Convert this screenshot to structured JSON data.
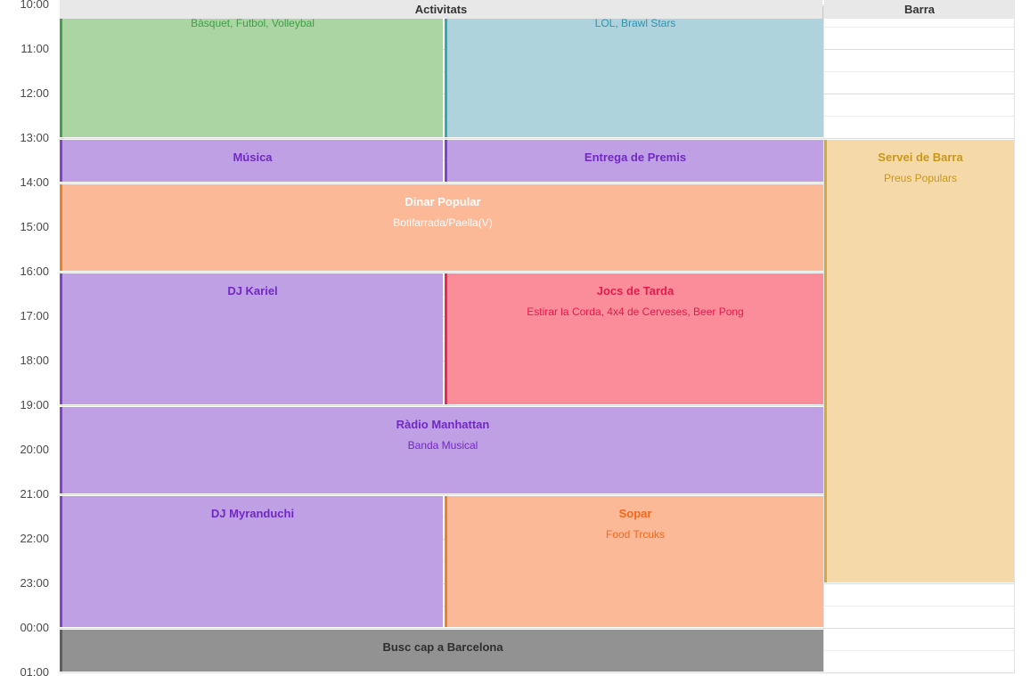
{
  "header": {
    "columns": [
      {
        "id": "activitats",
        "label": "Activitats"
      },
      {
        "id": "barra",
        "label": "Barra"
      }
    ]
  },
  "time_axis": {
    "start": "10:00",
    "end": "01:00",
    "labels": [
      "10:00",
      "11:00",
      "12:00",
      "13:00",
      "14:00",
      "15:00",
      "16:00",
      "17:00",
      "18:00",
      "19:00",
      "20:00",
      "21:00",
      "22:00",
      "23:00",
      "00:00",
      "01:00"
    ]
  },
  "events": [
    {
      "title": "",
      "subtitle": "Bàsquet, Futbol, Volleybal",
      "column": "activitats",
      "side": "left",
      "start": "10:00",
      "end": "13:00",
      "bg": "#abd5a2",
      "border": "#47a04b",
      "text": "#3f9e49"
    },
    {
      "title": "",
      "subtitle": "LOL, Brawl Stars",
      "column": "activitats",
      "side": "right",
      "start": "10:00",
      "end": "13:00",
      "bg": "#aed3dc",
      "border": "#35a7b5",
      "text": "#2e93af"
    },
    {
      "title": "Música",
      "subtitle": "",
      "column": "activitats",
      "side": "left",
      "start": "13:00",
      "end": "14:00",
      "bg": "#bfa0e5",
      "border": "#8044c8",
      "text": "#7228c2"
    },
    {
      "title": "Entrega de Premis",
      "subtitle": "",
      "column": "activitats",
      "side": "right",
      "start": "13:00",
      "end": "14:00",
      "bg": "#bfa0e5",
      "border": "#8044c8",
      "text": "#7228c2"
    },
    {
      "title": "Dinar Popular",
      "subtitle": "Botifarrada/Paella(V)",
      "column": "activitats",
      "side": "full",
      "start": "14:00",
      "end": "16:00",
      "bg": "#fcb997",
      "border": "#f07f2e",
      "text": "#fdfdfd"
    },
    {
      "title": "DJ Kariel",
      "subtitle": "",
      "column": "activitats",
      "side": "left",
      "start": "16:00",
      "end": "19:00",
      "bg": "#bfa0e5",
      "border": "#8044c8",
      "text": "#7228c2"
    },
    {
      "title": "Jocs de Tarda",
      "subtitle": "Estirar la Corda, 4x4 de Cerveses, Beer Pong",
      "column": "activitats",
      "side": "right",
      "start": "16:00",
      "end": "19:00",
      "bg": "#fb8d9b",
      "border": "#ee2656",
      "text": "#e51a4c"
    },
    {
      "title": "Ràdio Manhattan",
      "subtitle": "Banda Musical",
      "column": "activitats",
      "side": "full",
      "start": "19:00",
      "end": "21:00",
      "bg": "#bfa0e5",
      "border": "#8044c8",
      "text": "#7228c2"
    },
    {
      "title": "DJ Myranduchi",
      "subtitle": "",
      "column": "activitats",
      "side": "left",
      "start": "21:00",
      "end": "00:00",
      "bg": "#bfa0e5",
      "border": "#8044c8",
      "text": "#7228c2"
    },
    {
      "title": "Sopar",
      "subtitle": "Food Trcuks",
      "column": "activitats",
      "side": "right",
      "start": "21:00",
      "end": "00:00",
      "bg": "#fcb997",
      "border": "#f07f2e",
      "text": "#f2691e"
    },
    {
      "title": "Busc cap a Barcelona",
      "subtitle": "",
      "column": "activitats",
      "side": "full",
      "start": "00:00",
      "end": "01:00",
      "bg": "#929292",
      "border": "#5f5f5f",
      "text": "#2f2f2f"
    },
    {
      "title": "Servei de Barra",
      "subtitle": "Preus Populars",
      "column": "barra",
      "side": "full",
      "start": "13:00",
      "end": "23:00",
      "bg": "#f5d9a8",
      "border": "#d2ab3a",
      "text": "#c7981c"
    }
  ]
}
